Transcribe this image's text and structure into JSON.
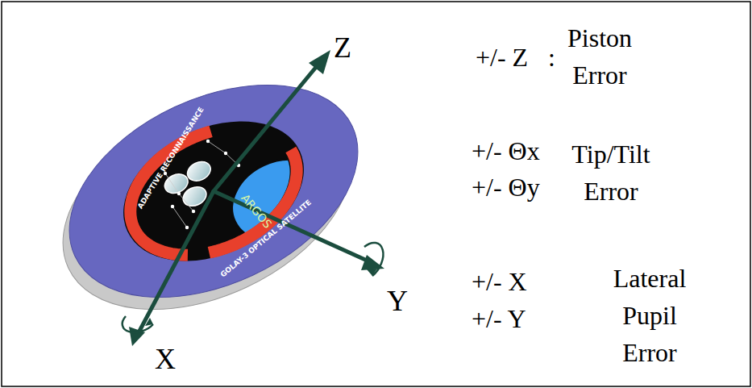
{
  "diagram": {
    "labels": [
      "ADAPTIVE RECONNAISSANCE",
      "GOLAY-3 OPTICAL SATELLITE",
      "ARGOS",
      "Z",
      "Y",
      "X",
      "+/- Z",
      ":",
      "Piston Error",
      "+/- Θx",
      "+/- Θy",
      "Tip/Tilt Error",
      "+/- X",
      "+/- Y",
      "Lateral Pupil Error"
    ]
  }
}
